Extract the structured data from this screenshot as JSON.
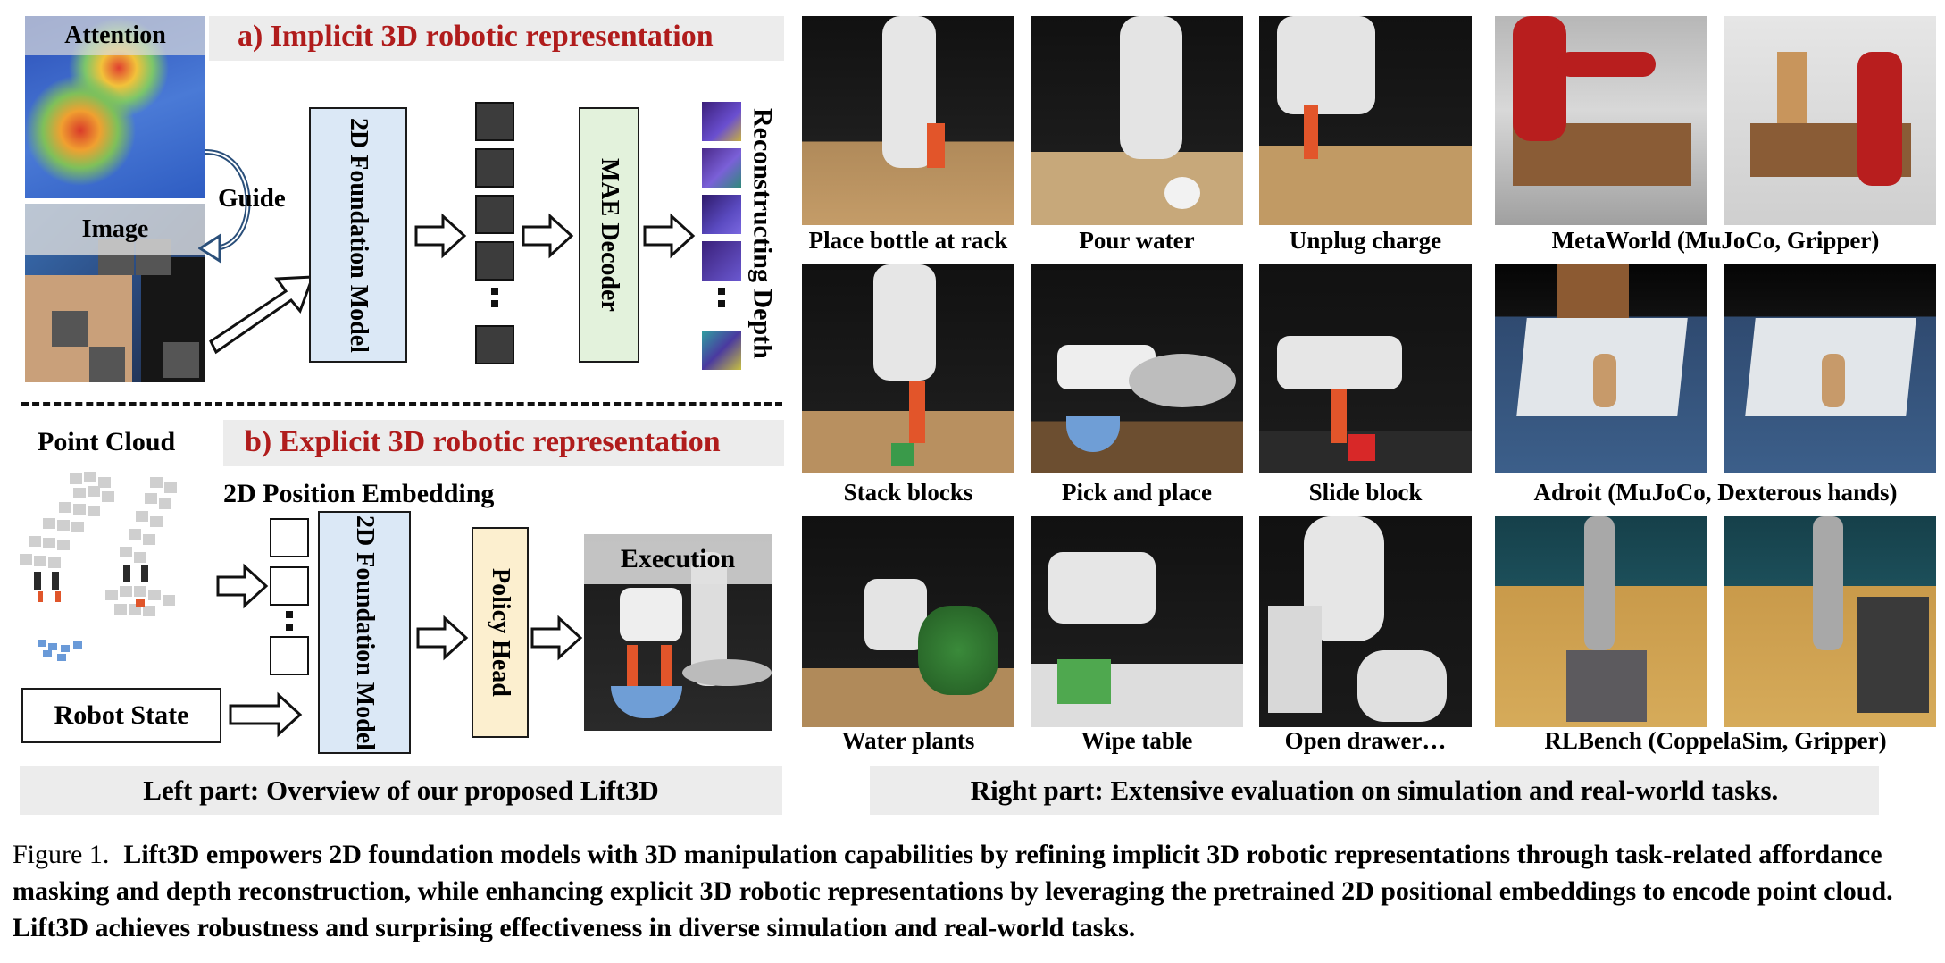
{
  "left": {
    "attention_label": "Attention",
    "image_label": "Image",
    "guide_label": "Guide",
    "section_a_title": "a) Implicit 3D robotic representation",
    "foundation_model_label": "2D Foundation Model",
    "mae_decoder_label": "MAE Decoder",
    "reconstructing_label": "Reconstructing Depth",
    "point_cloud_label": "Point Cloud",
    "section_b_title": "b) Explicit 3D robotic representation",
    "position_embedding_label": "2D Position Embedding",
    "foundation_model_label_b": "2D Foundation Model",
    "policy_head_label": "Policy Head",
    "execution_label": "Execution",
    "robot_state_label": "Robot State",
    "footer": "Left part: Overview of our proposed Lift3D"
  },
  "right": {
    "real_tasks": [
      "Place bottle at rack",
      "Pour water",
      "Unplug charge",
      "Stack blocks",
      "Pick and place",
      "Slide block",
      "Water plants",
      "Wipe table",
      "Open drawer…"
    ],
    "sim_benchmarks": [
      "MetaWorld (MuJoCo, Gripper)",
      "Adroit (MuJoCo, Dexterous hands)",
      "RLBench (CoppelaSim, Gripper)"
    ],
    "footer": "Right part: Extensive evaluation on simulation and real-world tasks."
  },
  "caption": {
    "label": "Figure 1.",
    "text": "Lift3D empowers 2D foundation models with 3D manipulation capabilities by refining implicit 3D robotic representations through task-related affordance masking and depth reconstruction, while enhancing explicit 3D robotic representations by leveraging the pretrained 2D positional embeddings to encode point cloud. Lift3D achieves robustness and surprising effectiveness in diverse simulation and real-world tasks."
  },
  "colors": {
    "accent_red": "#b01c1c",
    "foundation_blue": "#dbe8f6",
    "decoder_green": "#e3f2dc",
    "policy_yellow": "#fcefcf",
    "header_gray": "#ececec"
  }
}
